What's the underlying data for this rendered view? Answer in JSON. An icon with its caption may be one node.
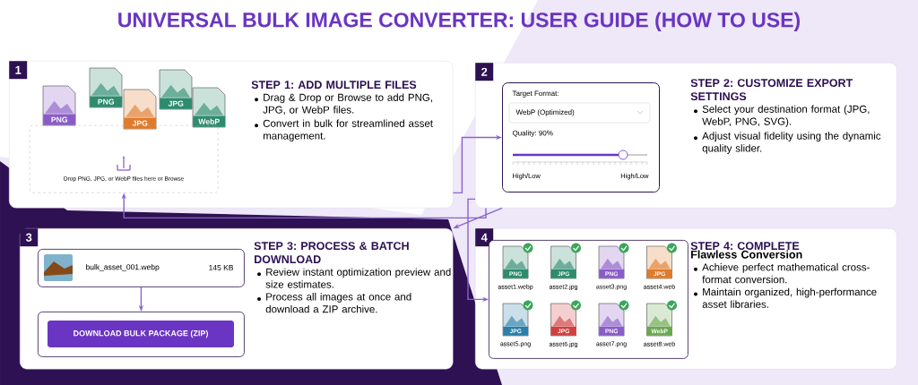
{
  "diagram": {
    "title": "UNIVERSAL BULK IMAGE CONVERTER: USER GUIDE (HOW TO USE)",
    "nodes": [
      {
        "text": [
          "1",
          "STEP 1: ADD MULTIPLE FILES",
          "Drag & Drop or Browse to add PNG, JPG, or WebP files.",
          "Convert in bulk for streamlined asset management."
        ]
      },
      {
        "text": [
          "Drop PNG, JPG, or WebP files here or Browse"
        ],
        "in": 0
      },
      {
        "text": [
          "2",
          "STEP 2: CUSTOMIZE EXPORT SETTINGS",
          "Select your destination format (JPG, WebP, PNG, SVG).",
          "Adjust visual fidelity using the dynamic quality slider."
        ]
      },
      {
        "text": [
          "Target Format:",
          "WebP (Optimized)",
          "Quality: 90%",
          "High/Low",
          "High/Low"
        ],
        "in": 2
      },
      {
        "text": [
          "3",
          "STEP 3: PROCESS & BATCH DOWNLOAD",
          "Review instant optimization preview and size estimates.",
          "Process all images at once and download a ZIP archive."
        ]
      },
      {
        "text": [
          "bulk_asset_001.webp",
          "145 KB"
        ],
        "in": 4
      },
      {
        "text": [
          "DOWNLOAD BULK PACKAGE (ZIP)"
        ],
        "in": 4
      },
      {
        "text": [
          "4",
          "STEP 4: COMPLETE",
          "Flawless Conversion",
          "Achieve perfect mathematical cross-format conversion.",
          "Maintain organized, high-performance asset libraries."
        ]
      },
      {
        "text": [
          "PNG",
          "asset1.webp",
          "JPG",
          "asset2.jpg",
          "PNG",
          "asset3.png",
          "JPG",
          "asset4.web",
          "JPG",
          "asset5.png",
          "JPG",
          "asset6.jpg",
          "PNG",
          "asset7.png",
          "WebP",
          "asset8.web"
        ],
        "in": 7
      }
    ],
    "edges": [
      {
        "from": 0,
        "to": 3,
        "arrow": "to"
      },
      {
        "from": 2,
        "to": 1,
        "arrow": "to"
      },
      {
        "from": 2,
        "to": 4,
        "arrow": "to"
      },
      {
        "from": 2,
        "to": 8,
        "arrow": "to"
      },
      {
        "from": 5,
        "to": 6,
        "arrow": "to"
      }
    ],
    "labels": [
      "PNG",
      "PNG",
      "JPG",
      "JPG",
      "WebP"
    ]
  }
}
